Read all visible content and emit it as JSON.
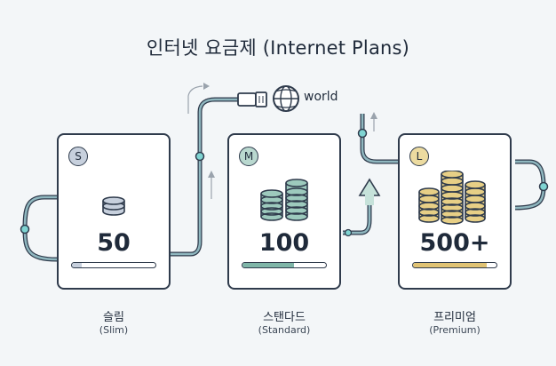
{
  "title": "인터넷 요금제 (Internet Plans)",
  "network_label": "world",
  "icons": {
    "network": "globe-icon",
    "connector": "ethernet-plug-icon",
    "plan": "coin-stack-icon"
  },
  "colors": {
    "slim": "#c7d0dd",
    "standard": "#7fb6a8",
    "premium": "#e0c374",
    "wire": "#6fa6ad",
    "node": "#7fd4d2"
  },
  "plans": [
    {
      "badge": "S",
      "value": "50",
      "label": "슬림",
      "sublabel": "(Slim)",
      "fill_fraction": 0.12
    },
    {
      "badge": "M",
      "value": "100",
      "label": "스탠다드",
      "sublabel": "(Standard)",
      "fill_fraction": 0.62
    },
    {
      "badge": "L",
      "value": "500+",
      "label": "프리미엄",
      "sublabel": "(Premium)",
      "fill_fraction": 0.88
    }
  ]
}
